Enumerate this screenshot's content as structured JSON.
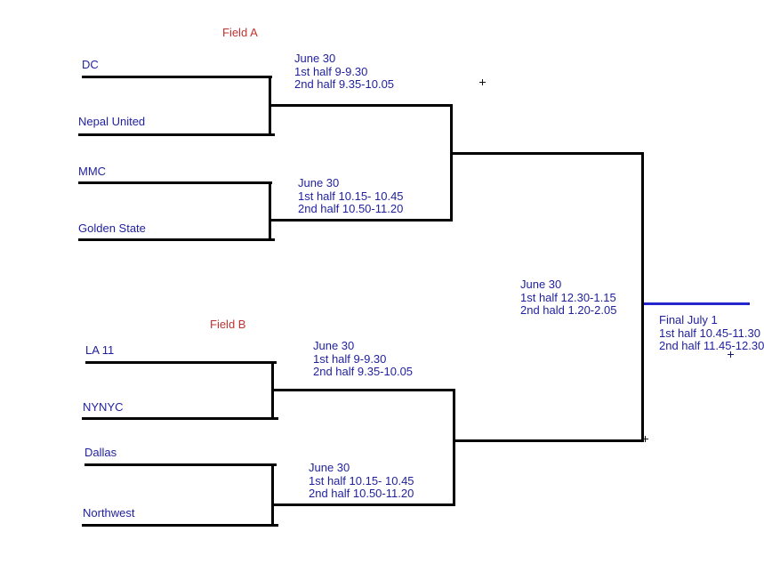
{
  "colors": {
    "bracket_line": "#000000",
    "final_line": "#2525cd",
    "field_label": "#c03232",
    "text": "#1f1f9e"
  },
  "bracket": {
    "field_a": {
      "label": "Field A",
      "match1": {
        "team_top": "DC",
        "team_bottom": "Nepal United",
        "schedule": [
          "June 30",
          "1st half 9-9.30",
          "2nd half 9.35-10.05"
        ]
      },
      "match2": {
        "team_top": "MMC",
        "team_bottom": "Golden State",
        "schedule": [
          "June 30",
          "1st half 10.15- 10.45",
          "2nd half 10.50-11.20"
        ]
      }
    },
    "field_b": {
      "label": "Field B",
      "match1": {
        "team_top": "LA 11",
        "team_bottom": "NYNYC",
        "schedule": [
          "June 30",
          "1st half 9-9.30",
          "2nd half 9.35-10.05"
        ]
      },
      "match2": {
        "team_top": "Dallas",
        "team_bottom": "Northwest",
        "schedule": [
          "June 30",
          "1st half 10.15- 10.45",
          "2nd half 10.50-11.20"
        ]
      }
    },
    "semifinal": {
      "schedule": [
        "June 30",
        "1st half 12.30-1.15",
        "2nd hald 1.20-2.05"
      ]
    },
    "final": {
      "schedule": [
        "Final July 1",
        "1st half 10.45-11.30",
        "2nd half 11.45-12.30"
      ]
    }
  }
}
